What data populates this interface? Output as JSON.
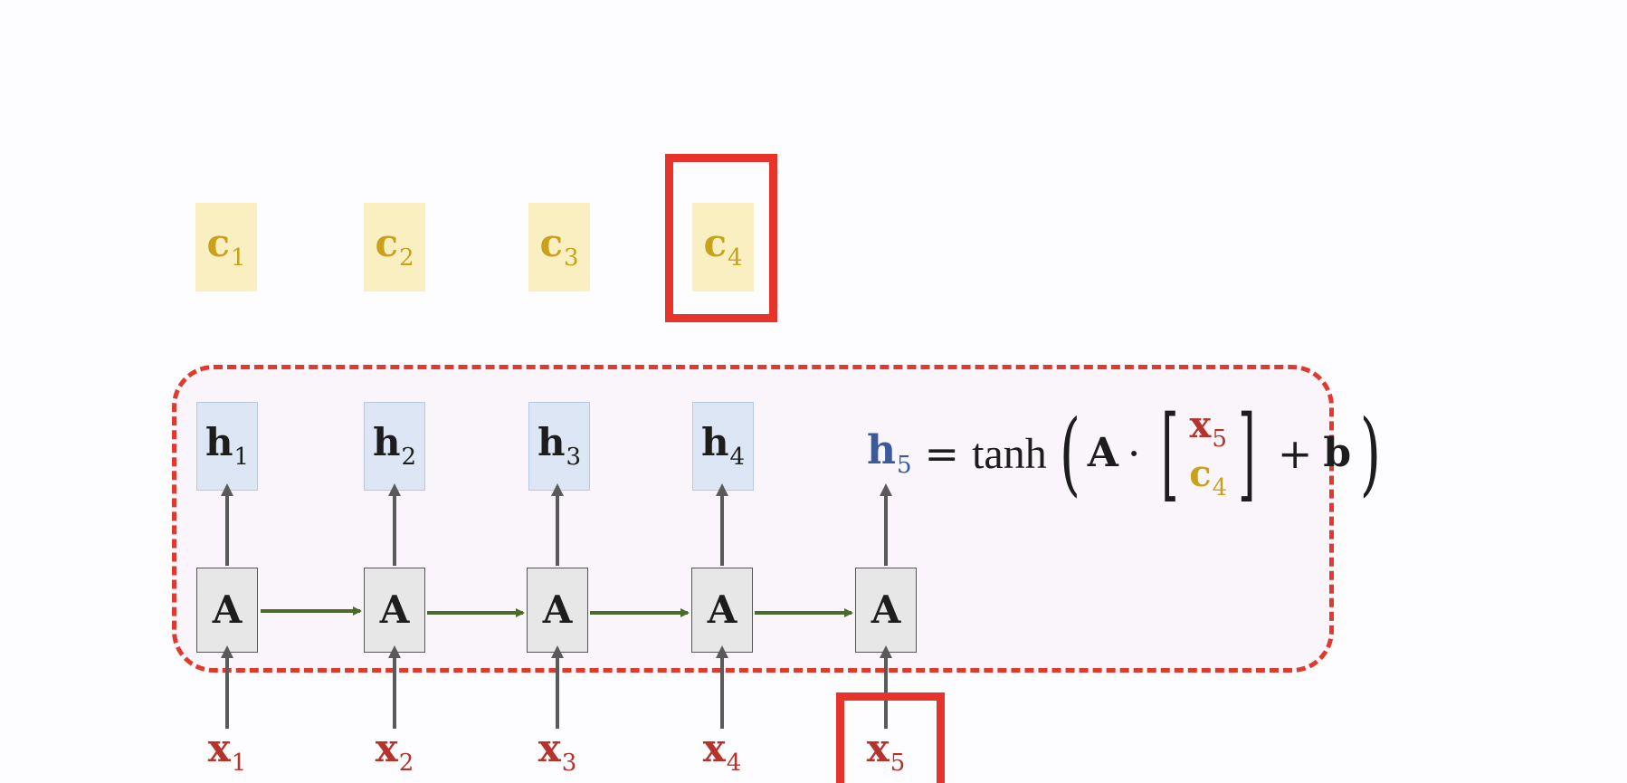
{
  "context_vectors": [
    {
      "sym": "c",
      "sub": "1"
    },
    {
      "sym": "c",
      "sub": "2"
    },
    {
      "sym": "c",
      "sub": "3"
    },
    {
      "sym": "c",
      "sub": "4"
    }
  ],
  "hidden_states": [
    {
      "sym": "h",
      "sub": "1"
    },
    {
      "sym": "h",
      "sub": "2"
    },
    {
      "sym": "h",
      "sub": "3"
    },
    {
      "sym": "h",
      "sub": "4"
    }
  ],
  "cells": [
    "A",
    "A",
    "A",
    "A",
    "A"
  ],
  "inputs": [
    {
      "sym": "x",
      "sub": "1"
    },
    {
      "sym": "x",
      "sub": "2"
    },
    {
      "sym": "x",
      "sub": "3"
    },
    {
      "sym": "x",
      "sub": "4"
    },
    {
      "sym": "x",
      "sub": "5"
    }
  ],
  "equation": {
    "lhs": {
      "sym": "h",
      "sub": "5"
    },
    "equals": "=",
    "func": "tanh",
    "lparen": "(",
    "matrix": "A",
    "dot": "·",
    "lbracket": "[",
    "vec_top": {
      "sym": "x",
      "sub": "5"
    },
    "vec_bottom": {
      "sym": "c",
      "sub": "4"
    },
    "rbracket": "]",
    "plus": "+",
    "bias": "b",
    "rparen": ")"
  },
  "colors": {
    "context": "#c9a21c",
    "context_bg": "#faefc1",
    "hidden_bg": "#dde6f4",
    "input": "#b5332a",
    "highlight": "#e7332a",
    "recurrent_arrow": "#4a6b2a",
    "vertical_arrow": "#5a5a5a",
    "h5": "#3a5a99"
  }
}
